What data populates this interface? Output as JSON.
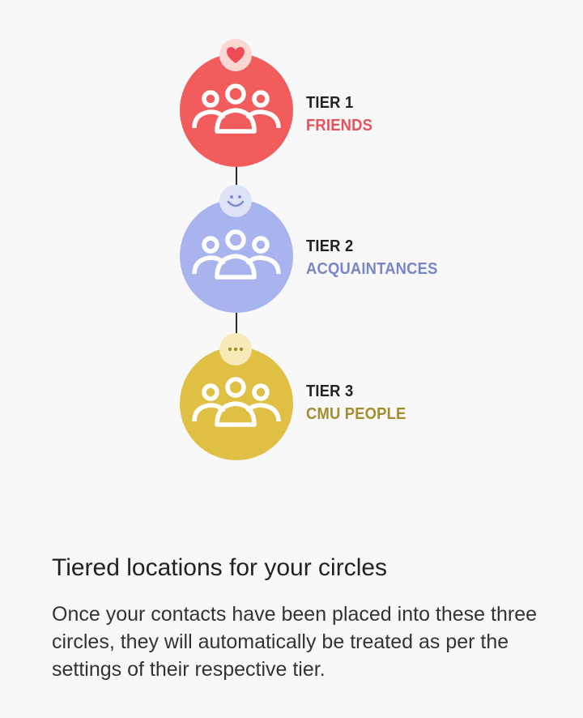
{
  "tiers": [
    {
      "label": "TIER 1",
      "name": "FRIENDS",
      "badge_icon": "heart-icon",
      "color": "#f25c5c",
      "badge_color": "#fbd7d4",
      "accent_color": "#e8505b"
    },
    {
      "label": "TIER 2",
      "name": "ACQUAINTANCES",
      "badge_icon": "smiley-icon",
      "color": "#a9b3ee",
      "badge_color": "#dfe3f8",
      "accent_color": "#7a85c7"
    },
    {
      "label": "TIER 3",
      "name": "CMU PEOPLE",
      "badge_icon": "ellipsis-icon",
      "color": "#e0c044",
      "badge_color": "#f7eab8",
      "accent_color": "#a38d2e"
    }
  ],
  "content": {
    "headline": "Tiered locations for your circles",
    "body": "Once your contacts have been placed into these three circles, they will automatically be treated as per the settings of their respective tier."
  }
}
